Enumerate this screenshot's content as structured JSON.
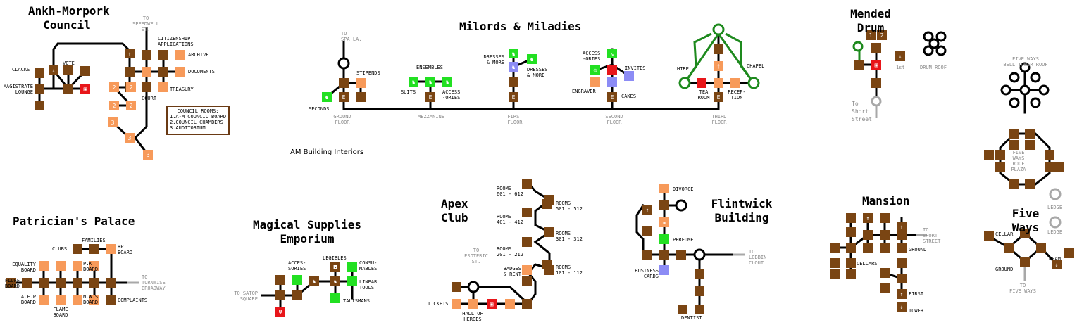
{
  "titles": {
    "ankh": "Ankh-Morpork\nCouncil",
    "milords": "Milords & Miladies",
    "mended": "Mended\nDrum",
    "patrician": "Patrician's Palace",
    "magical": "Magical Supplies\nEmporium",
    "apex": "Apex\nClub",
    "flintwick": "Flintwick\nBuilding",
    "mansion": "Mansion",
    "fiveways": "Five\nWays"
  },
  "caption": "AM Building Interiors",
  "council": {
    "to_speedwell": "TO\nSPEEDWELL\nST.",
    "citizenship": "CITIZENSHIP\nAPPLICATIONS",
    "archive": "ARCHIVE",
    "documents": "DOCUMENTS",
    "treasury": "TREASURY",
    "court": "COURT",
    "vote": "VOTE",
    "clacks": "CLACKS",
    "magistrate": "MAGISTRATE\nLOUNGE",
    "legend_title": "COUNCIL ROOMS:",
    "legend_1": "1.A-M COUNCIL BOARD",
    "legend_2": "2.COUNCIL CHAMBERS",
    "legend_3": "3.AUDITORIUM"
  },
  "milords": {
    "to_spa": "TO\nSPA LA.",
    "stipends": "STIPENDS",
    "seconds": "SECONDS",
    "ground": "GROUND\nFLOOR",
    "ensembles": "ENSEMBLES",
    "suits": "SUITS",
    "accessories": "ACCESS\n-ORIES",
    "mezzanine": "MEZZANINE",
    "dresses1": "DRESSES\n& MORE",
    "dresses2": "DRESSES\n& MORE",
    "first": "FIRST\nFLOOR",
    "access2": "ACCESS\n-ORIES",
    "invites": "INVITES",
    "engraver": "ENGRAVER",
    "cakes": "CAKES",
    "second": "SECOND\nFLOOR",
    "hire": "HIRE",
    "chapel": "CHAPEL",
    "tea": "TEA\nROOM",
    "reception": "RECEP-\nTION",
    "third": "THIRD\nFLOOR"
  },
  "mended": {
    "first": "1st",
    "drum_roof": "DRUM ROOF",
    "to_short": "To\nShort\nStreet"
  },
  "fiveways": {
    "bell": "FIVE WAYS\nBELL TOWER ROOF",
    "plaza": "FIVE\nWAYS\nROOF\nPLAZA",
    "ledge1": "LEDGE",
    "ledge2": "LEDGE",
    "cellar": "CELLAR",
    "ground": "GROUND",
    "beam": "BEAM",
    "to_five": "TO\nFIVE WAYS"
  },
  "patrician": {
    "families": "FAMILIES",
    "clubs": "CLUBS",
    "rp": "RP\nBOARD",
    "equality": "EQUALITY\nBOARD",
    "pk": "P.K\nBOARD",
    "fluff": "FLUFF\nBOARD",
    "afp": "A.F.P\nBOARD",
    "nws": "N.W.S\nBOARD",
    "flame": "FLAME\nBOARD",
    "complaints": "COMPLAINTS",
    "to_turnwise": "TO\nTURNWISE\nBROADWAY"
  },
  "magical": {
    "accessories": "ACCES-\nSORIES",
    "legibles": "LEGIBLES",
    "consumables": "CONSU-\nMABLES",
    "linear": "LINEAR\nTOOLS",
    "talismans": "TALISMANS",
    "to_satop": "TO SATOP\nSQUARE"
  },
  "apex": {
    "r601": "ROOMS\n601 - 612",
    "r501": "ROOMS\n501 - 512",
    "r401": "ROOMS\n401 - 412",
    "r301": "ROOMS\n301 - 312",
    "r201": "ROOMS\n201 - 212",
    "r101": "ROOMS\n101 - 112",
    "badges": "BADGES\n& RENT",
    "to_esoteric": "TO\nESOTERIC\nST.",
    "tickets": "TICKETS",
    "hall": "HALL OF\nHEROES"
  },
  "flintwick": {
    "divorce": "DIVORCE",
    "perfume": "PERFUME",
    "business": "BUSINESS\nCARDS",
    "to_lobbin": "TO\nLOBBIN\nCLOUT",
    "dentist": "DENTIST"
  },
  "mansion": {
    "to_short": "TO\nSHORT\nSTREET",
    "ground": "GROUND",
    "cellars": "CELLARS",
    "first": "FIRST",
    "tower": "TOWER"
  },
  "colors": {
    "room": "#7a4513",
    "shop": "#f79a5a",
    "green": "#22e022",
    "red": "#e8161a",
    "lilac": "#8c8cf5",
    "path": "#000000",
    "greenpath": "#1e8a1e",
    "legend_border": "#6a3a14"
  }
}
